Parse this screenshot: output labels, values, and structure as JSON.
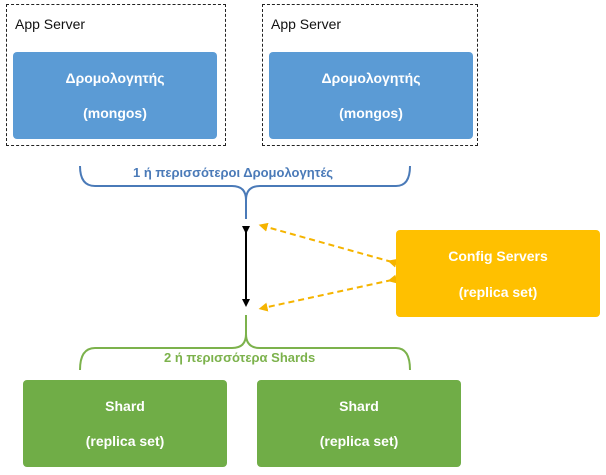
{
  "app_servers": [
    {
      "label": "App Server",
      "router": {
        "title": "Δρομολογητής",
        "subtitle": "(mongos)"
      }
    },
    {
      "label": "App Server",
      "router": {
        "title": "Δρομολογητής",
        "subtitle": "(mongos)"
      }
    }
  ],
  "routers_brace_label": "1 ή περισσότεροι Δρομολογητές",
  "config_servers": {
    "title": "Config Servers",
    "subtitle": "(replica set)"
  },
  "shards_brace_label": "2 ή περισσότερα Shards",
  "shards": [
    {
      "title": "Shard",
      "subtitle": "(replica set)"
    },
    {
      "title": "Shard",
      "subtitle": "(replica set)"
    }
  ],
  "colors": {
    "router": "#5b9bd5",
    "router_brace": "#4a7ab8",
    "config": "#ffc000",
    "config_arrow": "#f5b400",
    "shard": "#70ad47",
    "shard_brace": "#7cb24c"
  }
}
